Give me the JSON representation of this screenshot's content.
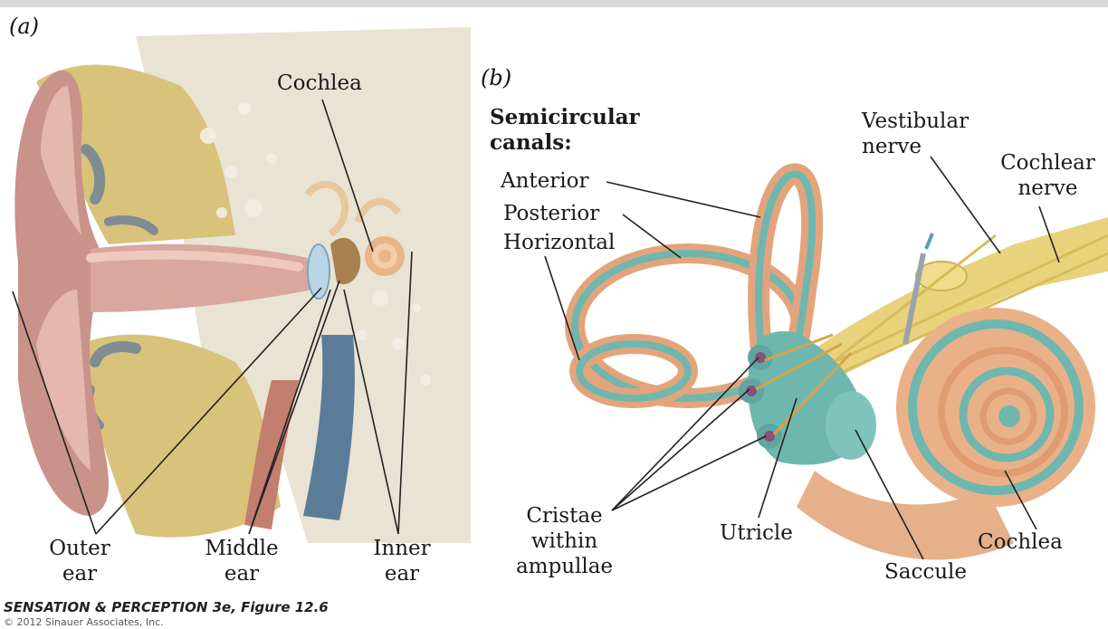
{
  "panel_a": {
    "letter": "(a)",
    "labels": {
      "cochlea": "Cochlea",
      "outer_ear": [
        "Outer",
        "ear"
      ],
      "middle_ear": [
        "Middle",
        "ear"
      ],
      "inner_ear": [
        "Inner",
        "ear"
      ]
    }
  },
  "panel_b": {
    "letter": "(b)",
    "labels": {
      "semicircular_heading": [
        "Semicircular",
        "canals:"
      ],
      "anterior": "Anterior",
      "posterior": "Posterior",
      "horizontal": "Horizontal",
      "vestibular_nerve": [
        "Vestibular",
        "nerve"
      ],
      "cochlear_nerve": [
        "Cochlear",
        "nerve"
      ],
      "cristae": [
        "Cristae",
        "within",
        "ampullae"
      ],
      "utricle": "Utricle",
      "saccule": "Saccule",
      "cochlea": "Cochlea"
    }
  },
  "credit": {
    "title": "SENSATION & PERCEPTION 3e, Figure 12.6",
    "copyright": "© 2012 Sinauer Associates, Inc."
  }
}
